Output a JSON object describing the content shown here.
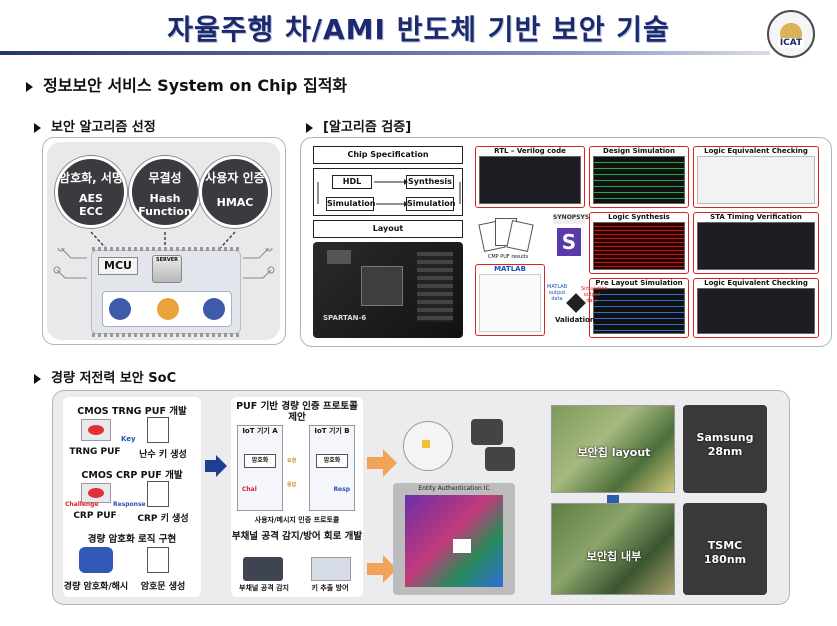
{
  "header": {
    "title": "자율주행 차/AMI 반도체 기반 보안 기술",
    "logo_text": "ICAT"
  },
  "section1": {
    "heading": "정보보안 서비스 System on Chip 집적화"
  },
  "algo": {
    "heading": "보안 알고리즘 선정",
    "circles": [
      {
        "title": "암호화, 서명",
        "line1": "AES",
        "line2": "ECC"
      },
      {
        "title": "무결성",
        "line1": "Hash",
        "line2": "Function"
      },
      {
        "title": "사용자 인증",
        "line1": "HMAC",
        "line2": ""
      }
    ],
    "mcu": "MCU",
    "server": "SERVER"
  },
  "verify": {
    "heading": "[알고리즘 검증]",
    "spec_title": "Chip Specification",
    "hdl": "HDL",
    "synthesis": "Synthesis",
    "simulation_a": "Simulation",
    "simulation_b": "Simulation",
    "layout": "Layout",
    "board_text": "SPARTAN-6",
    "rtl": "RTL – Verilog code",
    "design_sim": "Design Simulation",
    "logic_eq1": "Logic Equivalent Checking",
    "logic_synth": "Logic Synthesis",
    "sta": "STA Timing Verification",
    "pre_layout": "Pre Layout Simulation",
    "logic_eq2": "Logic Equivalent Checking",
    "matlab": "MATLAB",
    "matlab_out": "MATLAB output data",
    "sim_out": "Simulation output data",
    "validation": "Validation",
    "synopsys": "SYNOPSYS",
    "cmp_label": "CMP PUF results"
  },
  "soc": {
    "heading": "경량 저전력 보안 SoC",
    "trng_title": "CMOS TRNG PUF 개발",
    "trng_a": "TRNG PUF",
    "trng_b": "난수 키 생성",
    "key": "Key",
    "crp_title": "CMOS CRP PUF 개발",
    "challenge": "Challenge",
    "response": "Response",
    "crp_a": "CRP PUF",
    "crp_b": "CRP 키 생성",
    "crypto_title": "경량 암호화 로직 구현",
    "crypto_a": "경량 암호화/해시",
    "crypto_b": "암호문 생성",
    "puf_title": "PUF 기반 경량 인증 프로토콜 제안",
    "iot_a": "IoT 기기 A",
    "iot_b": "IoT 기기 B",
    "enc": "암호화",
    "request": "요청",
    "reply": "응답",
    "chal": "Chal",
    "resp": "Resp",
    "protocol_caption": "사용자/메시지 인증 프로토콜",
    "sidechannel_title": "부채널 공격 감지/방어 회로 개발",
    "side_a": "부채널 공격 감지",
    "side_b": "키 추출 방어",
    "die_label": "Entity Authentication IC",
    "layout_label": "보안칩 layout",
    "inside_label": "보안칩 내부",
    "samsung": "Samsung",
    "samsung_nm": "28nm",
    "tsmc": "TSMC",
    "tsmc_nm": "180nm"
  }
}
